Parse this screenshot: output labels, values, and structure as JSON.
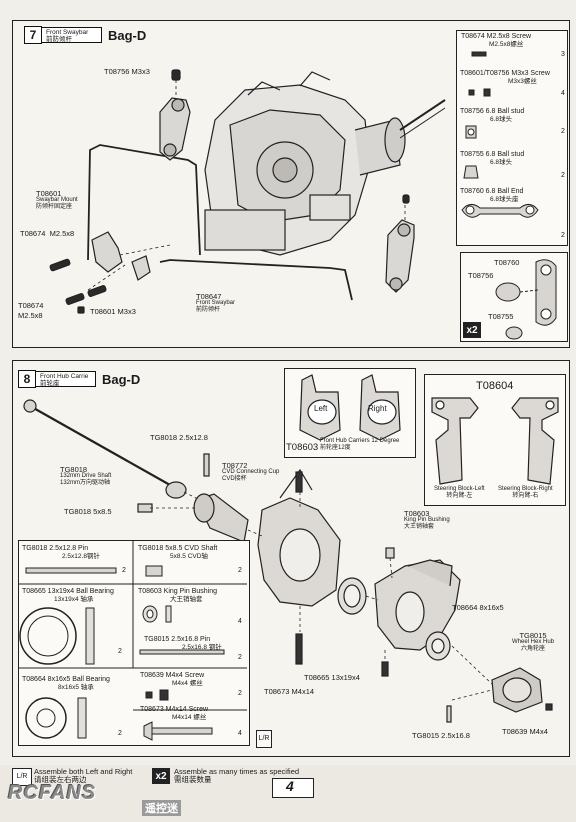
{
  "page_number": "4",
  "step7": {
    "number": "7",
    "name_en": "Front Swaybar",
    "name_cn": "前防倾杆",
    "bag": "Bag-D",
    "labels": {
      "t08756": "T08756  M3x3",
      "t08601_mount": "T08601",
      "swaybar_mount_en": "Swaybar Mount",
      "swaybar_mount_cn": "防倾杆固定座",
      "t08674_left": "T08674",
      "m25x8_left": "M2.5x8",
      "t08674_bottom": "T08674",
      "m25x8_bottom": "M2.5x8",
      "t08601_m3x3": "T08601  M3x3",
      "t08647": "T08647",
      "front_swaybar_en": "Front Swaybar",
      "front_swaybar_cn": "前防倾杆"
    },
    "parts_list": [
      {
        "code": "T08674  M2.5x8 Screw",
        "sub": "M2.5x8螺丝",
        "qty": "3"
      },
      {
        "code": "T08601/T08756  M3x3 Screw",
        "sub": "M3x3螺丝",
        "qty": "4"
      },
      {
        "code": "T08756  6.8 Ball stud",
        "sub": "6.8球头",
        "qty": "2"
      },
      {
        "code": "T08755  6.8 Ball stud",
        "sub": "6.8球头",
        "qty": "2"
      },
      {
        "code": "T08760  6.8 Ball End",
        "sub": "6.8球头座",
        "qty": "2"
      }
    ],
    "sub_box": {
      "t08760": "T08760",
      "t08756": "T08756",
      "t08755": "T08755",
      "multiplier": "x2"
    }
  },
  "step8": {
    "number": "8",
    "name_en": "Front Hub Carrie",
    "name_cn": "前轮座",
    "bag": "Bag-D",
    "left_label": "Left",
    "right_label": "Right",
    "t08603_title": "T08603",
    "carriers_en": "Front Hub Carriers 12 Degree",
    "carriers_cn": "前轮座12度",
    "t08604_title": "T08604",
    "steering_left_en": "Steering Block-Left",
    "steering_left_cn": "转向臂-左",
    "steering_right_en": "Steering Block-Right",
    "steering_right_cn": "转向臂-右",
    "labels": {
      "tg8018_pin": "TG8018 2.5x12.8",
      "tg8018_shaft": "TG8018",
      "drive_shaft_en": "132mm Drive Shaft",
      "drive_shaft_cn": "132mm万向驱动轴",
      "t08772": "T08772",
      "cvd_cup_en": "CVD Connecting Cup",
      "cvd_cup_cn": "CVD接杯",
      "tg8018_5x85": "TG8018 5x8.5",
      "t08603_kp": "T08603",
      "kingpin_en": "King Pin Bushing",
      "kingpin_cn": "大王销轴套",
      "t08664": "T08664 8x16x5",
      "tg8015": "TG8015",
      "hub_en": "Wheel Hex Hub",
      "hub_cn": "六角轮座",
      "t08665": "T08665 13x19x4",
      "t08673": "T08673 M4x14",
      "t08639": "T08639  M4x4",
      "tg8015_pin": "TG8015 2.5x16.8"
    },
    "parts_list": [
      {
        "code": "TG8018 2.5x12.8 Pin",
        "sub": "2.5x12.8钢针",
        "qty": "2"
      },
      {
        "code": "TG8018 5x8.5 CVD Shaft",
        "sub": "5x8.5 CVD轴",
        "qty": "2"
      },
      {
        "code": "T08665 13x19x4 Ball Bearing",
        "sub": "13x19x4  轴承",
        "qty": "2"
      },
      {
        "code": "T08603  King Pin Bushing",
        "sub": "大王销轴套",
        "qty": "4"
      },
      {
        "code": "TG8015  2.5x16.8 Pin",
        "sub": "2.5x16.8  钢针",
        "qty": "2"
      },
      {
        "code": "T08664  8x16x5 Ball Bearing",
        "sub": "8x16x5  轴承",
        "qty": "2"
      },
      {
        "code": "T08639  M4x4 Screw",
        "sub": "M4x4 螺丝",
        "qty": "2"
      },
      {
        "code": "T08673  M4x14 Screw",
        "sub": "M4x14 螺丝",
        "qty": "4"
      }
    ]
  },
  "footer": {
    "left_en": "Assemble both Left and Right",
    "left_cn": "请组装左右两边",
    "x2": "x2",
    "right_en": "Assemble as many times as specified",
    "right_cn": "需组装数量",
    "lr_icon": "L/R",
    "watermark": "RCFANS",
    "watermark_cn": "遥控迷"
  }
}
